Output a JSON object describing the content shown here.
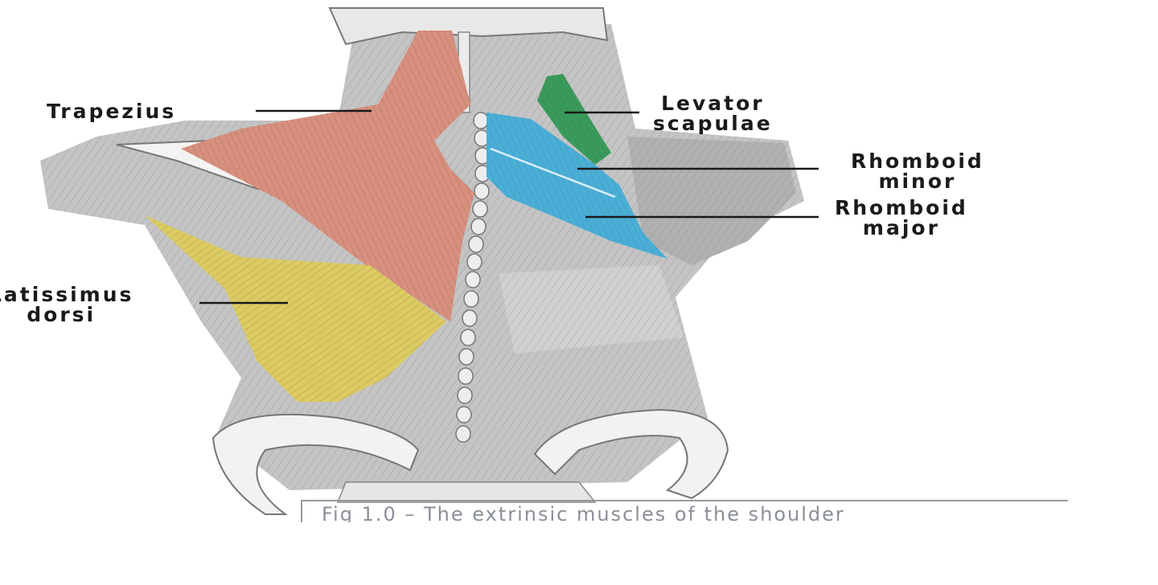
{
  "figure": {
    "labels": {
      "trapezius": "Trapezius",
      "levator_line1": "Levator",
      "levator_line2": "scapulae",
      "rhomboid_minor_line1": "Rhomboid",
      "rhomboid_minor_line2": "minor",
      "rhomboid_major_line1": "Rhomboid",
      "rhomboid_major_line2": "major",
      "latissimus_line1": "Latissimus",
      "latissimus_line2": "dorsi"
    },
    "caption": "Fig 1.0 – The extrinsic muscles of the shoulder",
    "colors": {
      "trapezius": "#d8907e",
      "latissimus": "#dccb62",
      "levator": "#3a9a5c",
      "rhomboid": "#4aaed6",
      "muscle_grey": "#b8b8b8",
      "bone": "#f2f2f2",
      "leader": "#1a1a1a"
    }
  }
}
